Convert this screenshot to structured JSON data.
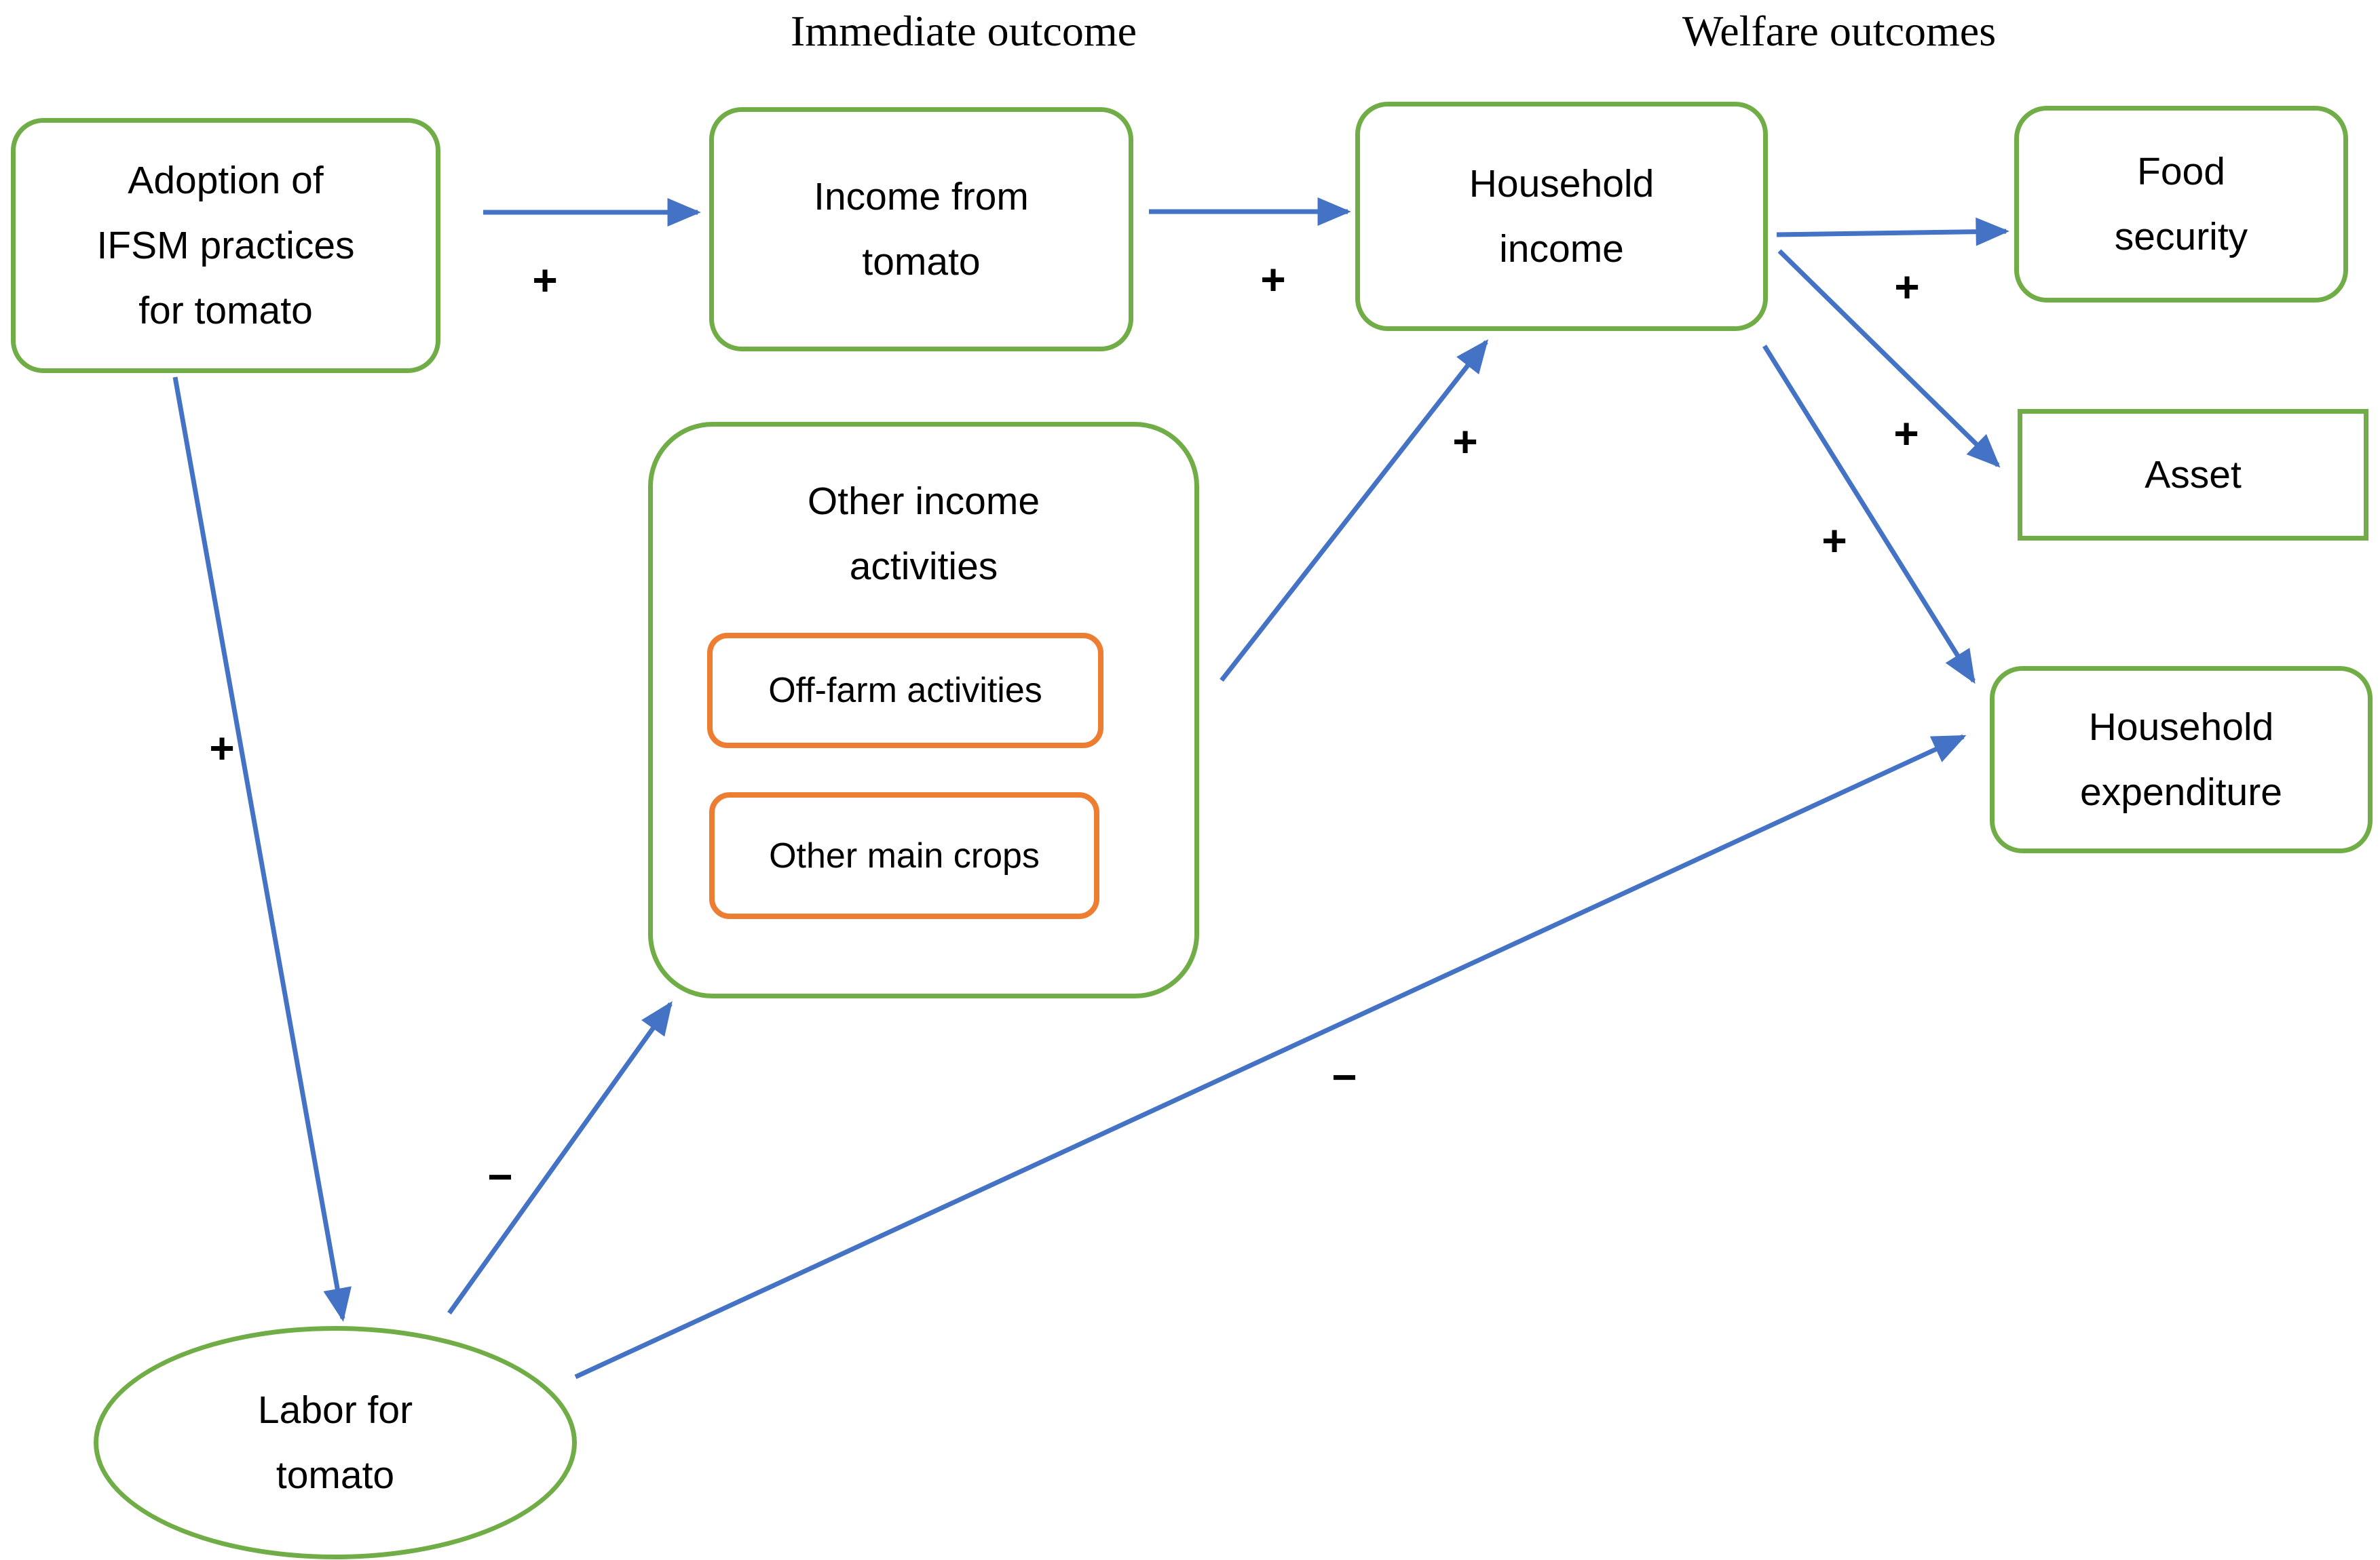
{
  "figure_type": "conceptual-framework-diagram",
  "colors": {
    "node_border_green": "#70AD47",
    "inner_box_orange": "#ED7D31",
    "arrow_blue": "#4472C4",
    "text": "#000000",
    "background": "#ffffff"
  },
  "headers": {
    "immediate_outcome": "Immediate outcome",
    "welfare_outcomes": "Welfare outcomes"
  },
  "nodes": {
    "adoption": {
      "label": "Adoption of IFSM practices for tomato",
      "shape": "rounded-rect",
      "lines": [
        "Adoption of",
        "IFSM practices",
        "for tomato"
      ]
    },
    "income_tomato": {
      "label": "Income from tomato",
      "shape": "rounded-rect",
      "lines": [
        "Income from",
        "tomato"
      ]
    },
    "household_income": {
      "label": "Household income",
      "shape": "rounded-rect",
      "lines": [
        "Household",
        "income"
      ]
    },
    "food_security": {
      "label": "Food security",
      "shape": "rounded-rect",
      "lines": [
        "Food",
        "security"
      ]
    },
    "asset": {
      "label": "Asset",
      "shape": "rect",
      "lines": [
        "Asset"
      ]
    },
    "household_expenditure": {
      "label": "Household expenditure",
      "shape": "rounded-rect",
      "lines": [
        "Household",
        "expenditure"
      ]
    },
    "other_income": {
      "label": "Other income activities",
      "shape": "rounded-rect",
      "lines": [
        "Other income",
        "activities"
      ]
    },
    "off_farm": {
      "label": "Off-farm activities",
      "shape": "rounded-rect-orange",
      "lines": [
        "Off-farm activities"
      ]
    },
    "other_crops": {
      "label": "Other main crops",
      "shape": "rounded-rect-orange",
      "lines": [
        "Other main crops"
      ]
    },
    "labor": {
      "label": "Labor for tomato",
      "shape": "ellipse",
      "lines": [
        "Labor for",
        "tomato"
      ]
    }
  },
  "edges": {
    "adoption_to_income": {
      "from": "adoption",
      "to": "income_tomato",
      "sign": "+"
    },
    "income_to_household": {
      "from": "income_tomato",
      "to": "household_income",
      "sign": "+"
    },
    "household_to_food": {
      "from": "household_income",
      "to": "food_security",
      "sign": "+"
    },
    "household_to_asset": {
      "from": "household_income",
      "to": "asset",
      "sign": "+"
    },
    "household_to_expenditure": {
      "from": "household_income",
      "to": "household_expenditure",
      "sign": "+"
    },
    "other_income_to_household": {
      "from": "other_income",
      "to": "household_income",
      "sign": "+"
    },
    "adoption_to_labor": {
      "from": "adoption",
      "to": "labor",
      "sign": "+"
    },
    "labor_to_other_income": {
      "from": "labor",
      "to": "other_income",
      "sign": "−"
    },
    "labor_to_expenditure": {
      "from": "labor",
      "to": "household_expenditure",
      "sign": "−"
    }
  }
}
